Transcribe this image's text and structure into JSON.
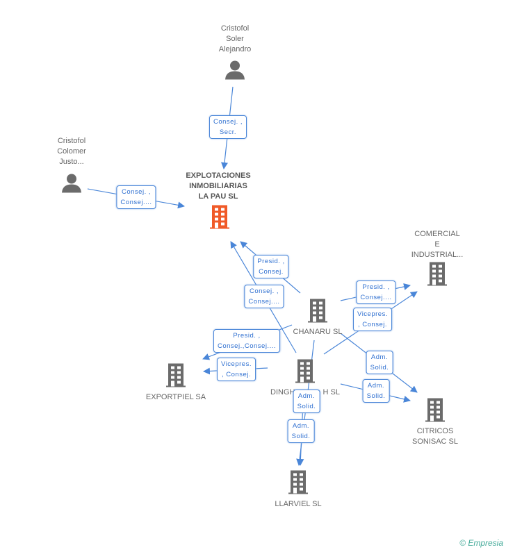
{
  "colors": {
    "edge": "#4a86d8",
    "node": "#6b6b6b",
    "main_node": "#f05a28"
  },
  "nodes": [
    {
      "id": "soler",
      "type": "person",
      "lines": [
        "Cristofol",
        "Soler",
        "Alejandro"
      ]
    },
    {
      "id": "colomer",
      "type": "person",
      "lines": [
        "Cristofol",
        "Colomer",
        "Justo..."
      ]
    },
    {
      "id": "explotaciones",
      "type": "company-main",
      "lines": [
        "EXPLOTACIONES",
        "INMOBILIARIAS",
        "LA PAU SL"
      ]
    },
    {
      "id": "comercial",
      "type": "company",
      "lines": [
        "COMERCIAL",
        "E",
        "INDUSTRIAL..."
      ]
    },
    {
      "id": "chanaru",
      "type": "company",
      "lines": [
        "CHANARU SL"
      ]
    },
    {
      "id": "dingh",
      "type": "company",
      "lines": [
        "DINGH",
        "H SL"
      ]
    },
    {
      "id": "exportpiel",
      "type": "company",
      "lines": [
        "EXPORTPIEL SA"
      ]
    },
    {
      "id": "citricos",
      "type": "company",
      "lines": [
        "CITRICOS",
        "SONISAC SL"
      ]
    },
    {
      "id": "llarviel",
      "type": "company",
      "lines": [
        "LLARVIEL SL"
      ]
    }
  ],
  "edges": [
    {
      "from": "soler",
      "to": "explotaciones",
      "label": [
        "Consej. ,",
        "Secr."
      ]
    },
    {
      "from": "colomer",
      "to": "explotaciones",
      "label": [
        "Consej. ,",
        "Consej...."
      ]
    },
    {
      "from": "chanaru",
      "to": "explotaciones",
      "label": [
        "Presid. ,",
        "Consej."
      ]
    },
    {
      "from": "dingh",
      "to": "explotaciones",
      "label": [
        "Consej. ,",
        "Consej...."
      ]
    },
    {
      "from": "chanaru",
      "to": "exportpiel",
      "label": [
        "Presid. ,",
        "Consej.,Consej...."
      ]
    },
    {
      "from": "dingh",
      "to": "exportpiel",
      "label": [
        "Vicepres.",
        ", Consej."
      ]
    },
    {
      "from": "chanaru",
      "to": "comercial",
      "label": [
        "Presid. ,",
        "Consej...."
      ]
    },
    {
      "from": "dingh",
      "to": "comercial",
      "label": [
        "Vicepres.",
        ", Consej."
      ]
    },
    {
      "from": "chanaru",
      "to": "citricos",
      "label": [
        "Adm.",
        "Solid."
      ]
    },
    {
      "from": "dingh",
      "to": "citricos",
      "label": [
        "Adm.",
        "Solid."
      ]
    },
    {
      "from": "chanaru",
      "to": "llarviel",
      "label": [
        "Adm.",
        "Solid."
      ]
    },
    {
      "from": "dingh",
      "to": "llarviel",
      "label": [
        "Adm.",
        "Solid."
      ]
    }
  ],
  "footer": {
    "copyright": "©",
    "brand": "Empresia"
  }
}
